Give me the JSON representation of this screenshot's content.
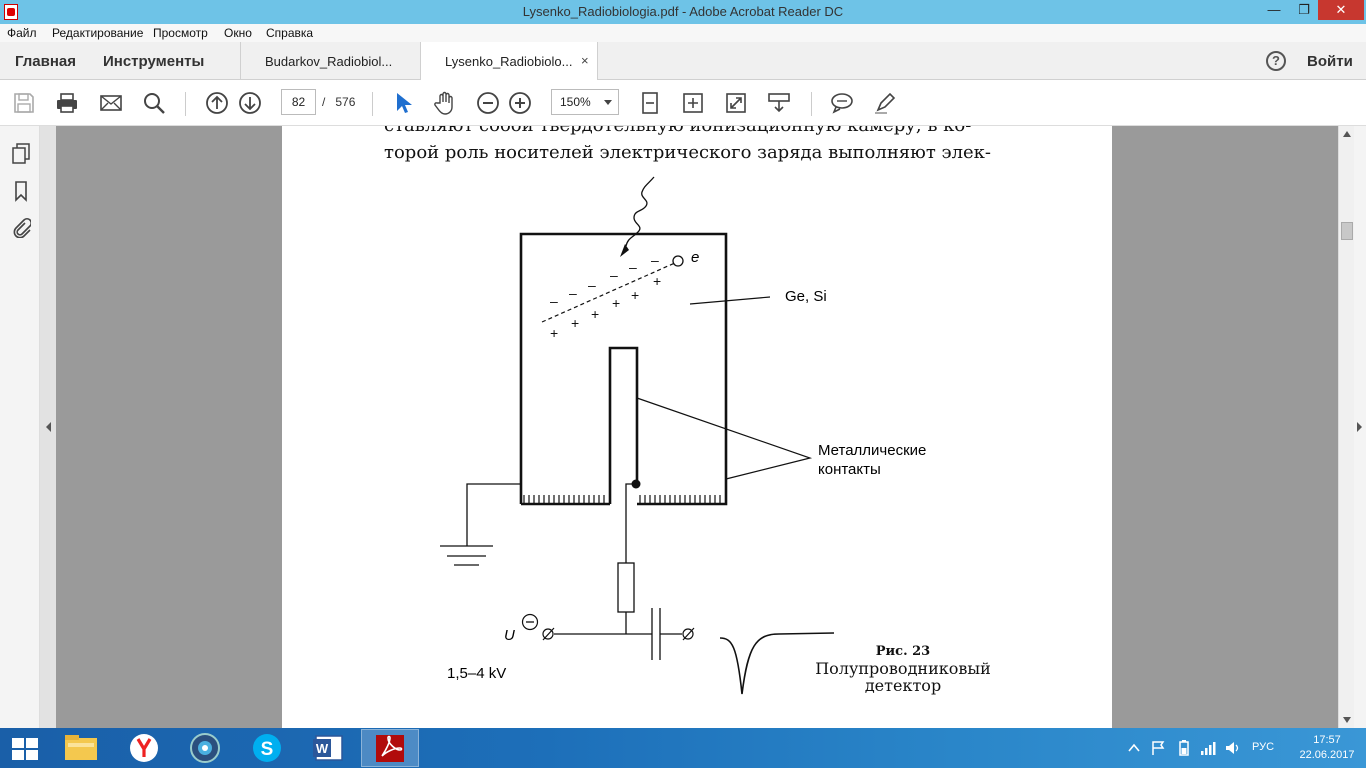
{
  "window": {
    "title": "Lysenko_Radiobiologia.pdf - Adobe Acrobat Reader DC",
    "min_glyph": "—",
    "max_glyph": "❐",
    "close_glyph": "✕"
  },
  "menu": [
    "Файл",
    "Редактирование",
    "Просмотр",
    "Окно",
    "Справка"
  ],
  "nav": {
    "home": "Главная",
    "tools": "Инструменты"
  },
  "tabs": [
    {
      "label": "Budarkov_Radiobiol..."
    },
    {
      "label": "Lysenko_Radiobiolo...",
      "close": "×"
    }
  ],
  "account": {
    "help": "?",
    "login": "Войти"
  },
  "toolbar": {
    "page_current": "82",
    "page_sep": "/",
    "page_total": "576",
    "zoom": "150%"
  },
  "document": {
    "line1": "ставляют собой твердотельную ионизационную камеру, в ко-",
    "line2": "торой роль носителей электрического заряда выполняют элек-",
    "figure": {
      "electron_label": "e",
      "material_label": "Ge, Si",
      "contacts_line1": "Металлические",
      "contacts_line2": "контакты",
      "voltage_symbol": "U",
      "voltage_range": "1,5–4 kV",
      "minus_sign": "–",
      "plus_sign": "+"
    },
    "caption": {
      "number": "Рис. 23",
      "line1": "Полупроводниковый",
      "line2": "детектор"
    }
  },
  "taskbar": {
    "language": "РУС",
    "time": "17:57",
    "date": "22.06.2017"
  },
  "colors": {
    "titlebar": "#6ec3e7",
    "close": "#c7372f",
    "tool_blue": "#1f6fcf",
    "taskbar": "#1d6fb9"
  }
}
